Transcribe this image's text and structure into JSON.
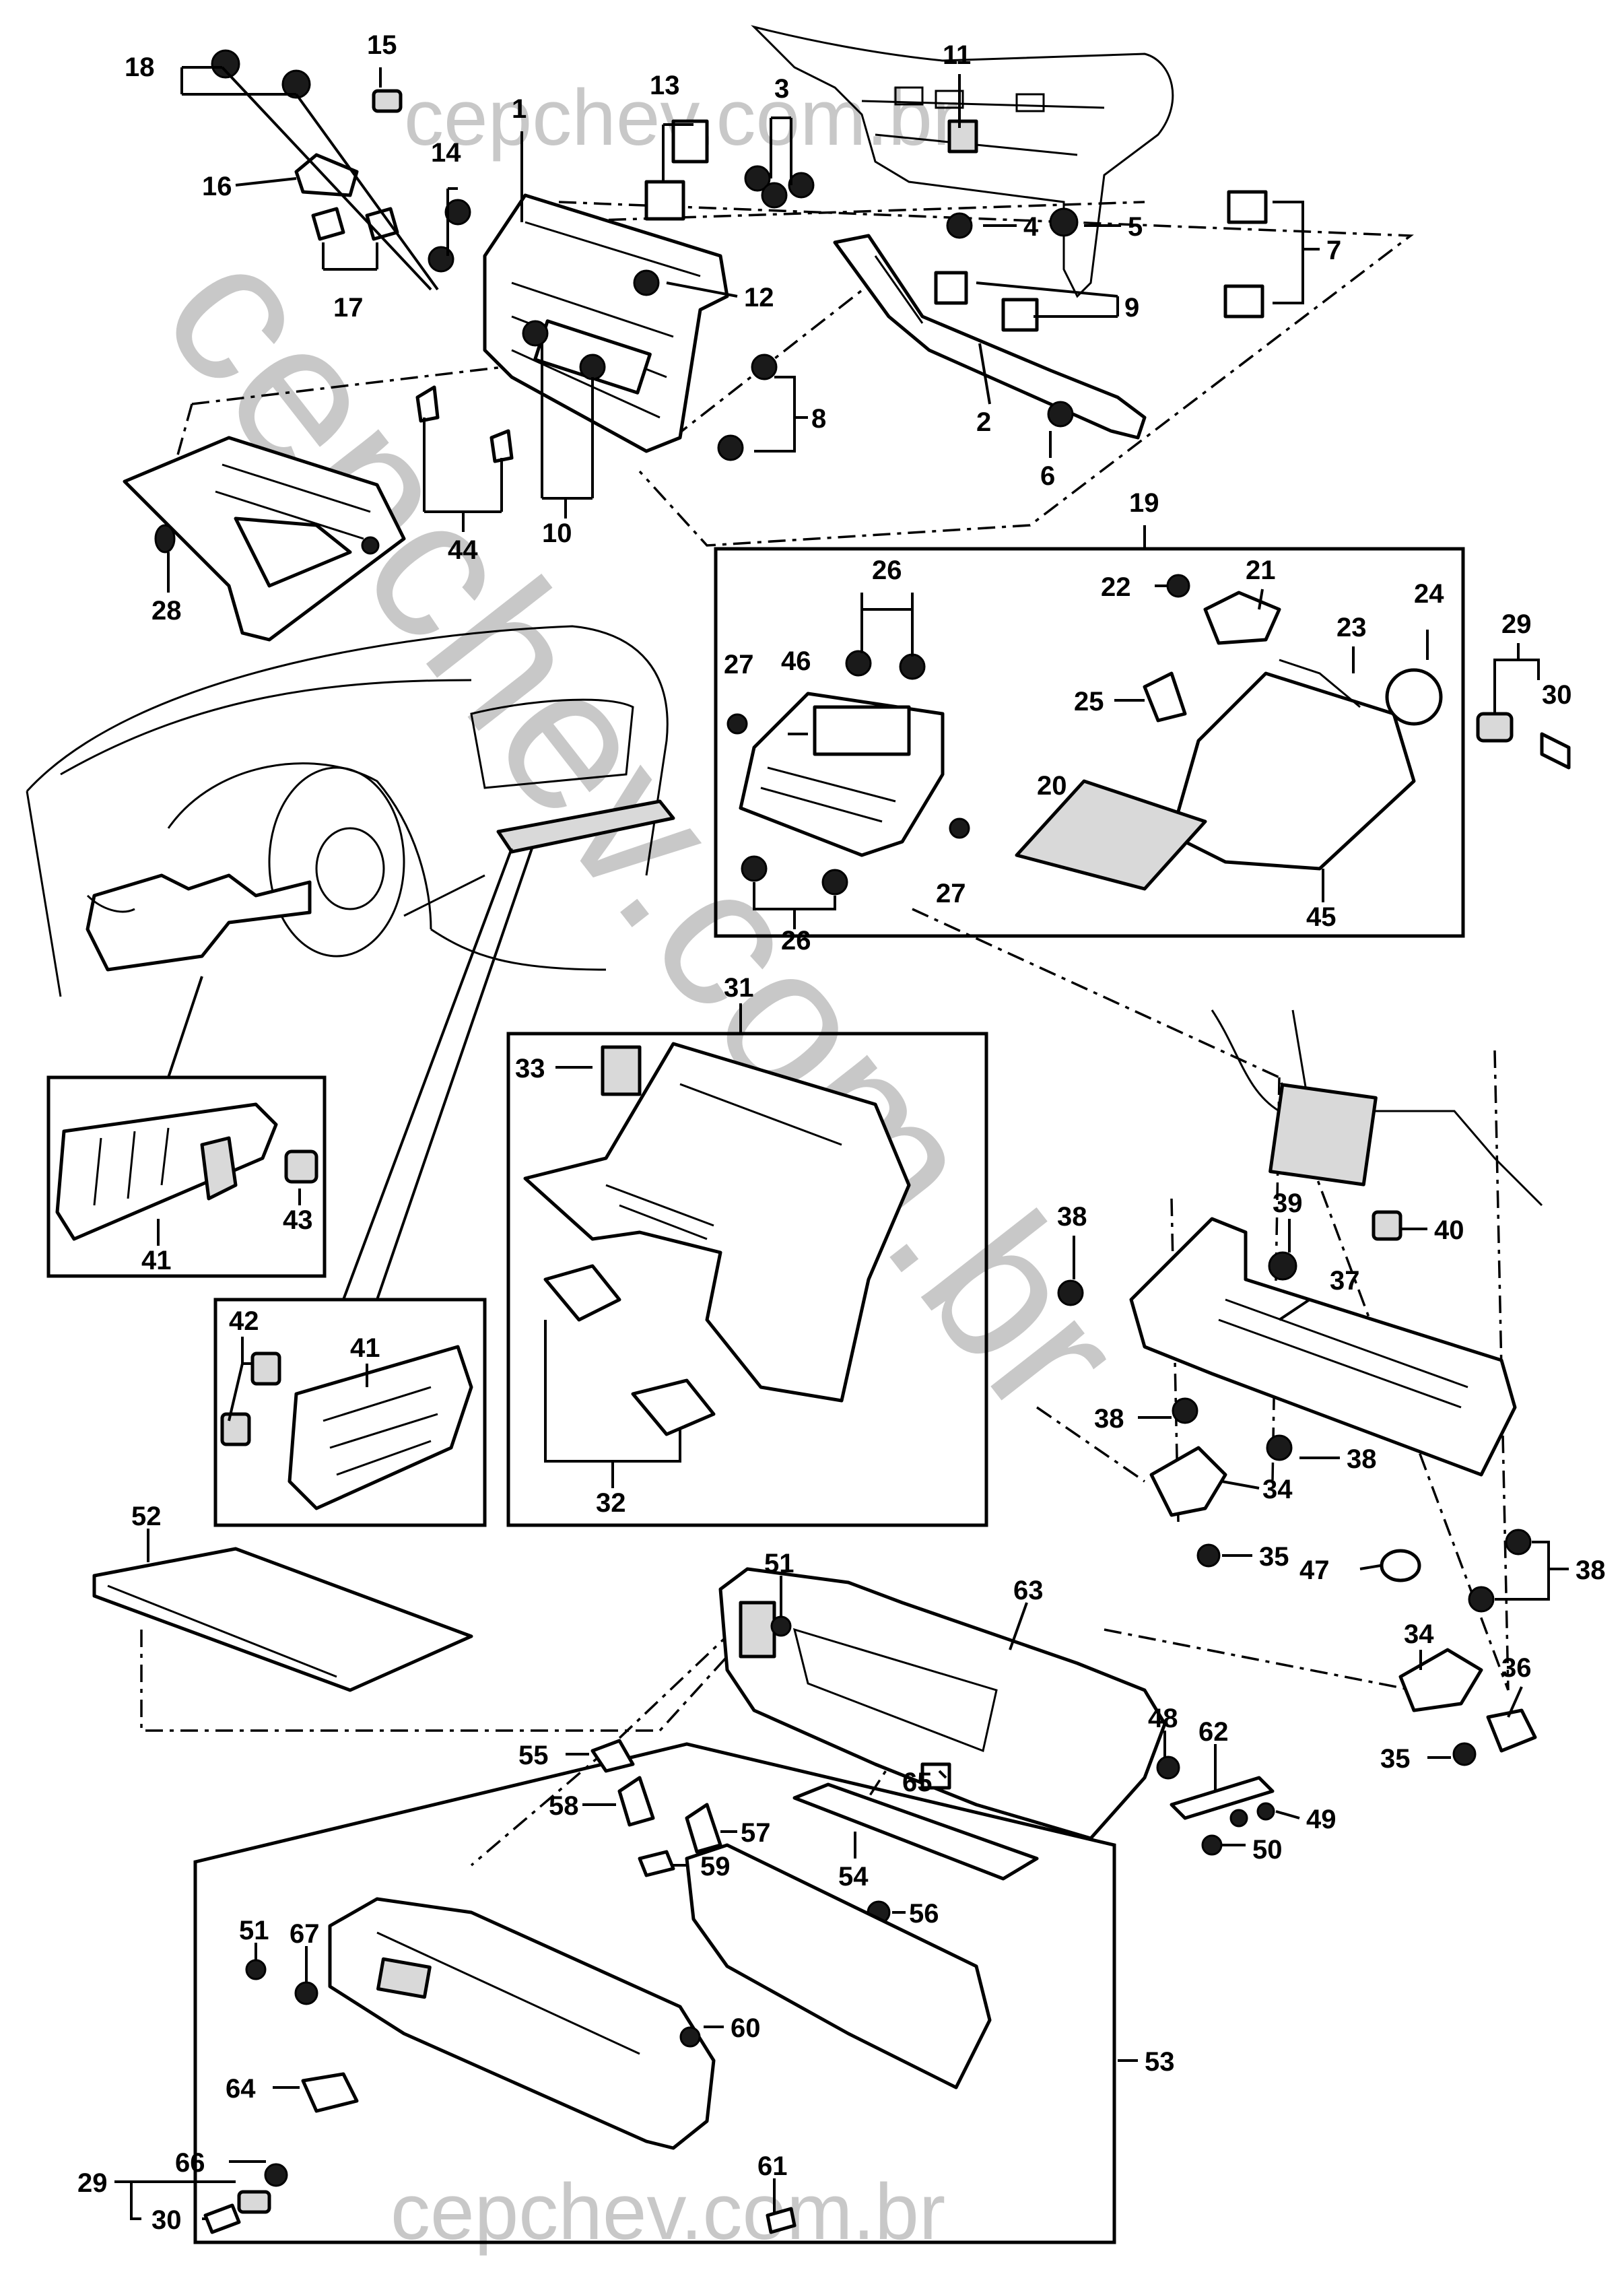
{
  "watermarks": {
    "top": "cepchev.com.br",
    "diagonal": "cepchev.com.br",
    "bottom": "cepchev.com.br"
  },
  "callouts": [
    "1",
    "2",
    "3",
    "4",
    "5",
    "6",
    "7",
    "8",
    "9",
    "10",
    "11",
    "12",
    "13",
    "14",
    "15",
    "16",
    "17",
    "18",
    "19",
    "20",
    "21",
    "22",
    "23",
    "24",
    "25",
    "26",
    "27",
    "28",
    "29",
    "30",
    "31",
    "32",
    "33",
    "34",
    "35",
    "36",
    "37",
    "38",
    "39",
    "40",
    "41",
    "42",
    "43",
    "44",
    "45",
    "46",
    "47",
    "48",
    "49",
    "50",
    "51",
    "52",
    "53",
    "54",
    "55",
    "56",
    "57",
    "58",
    "59",
    "60",
    "61",
    "62",
    "63",
    "64",
    "65",
    "66",
    "67"
  ],
  "labels": {
    "l18": "18",
    "l15": "15",
    "l1": "1",
    "l13": "13",
    "l3": "3",
    "l11": "11",
    "l14": "14",
    "l16": "16",
    "l17": "17",
    "l4": "4",
    "l5": "5",
    "l7": "7",
    "l12": "12",
    "l9": "9",
    "l8": "8",
    "l2": "2",
    "l6": "6",
    "l10": "10",
    "l44": "44",
    "l28": "28",
    "l19": "19",
    "l26a": "26",
    "l26b": "26",
    "l46": "46",
    "l27a": "27",
    "l27b": "27",
    "l22": "22",
    "l21": "21",
    "l23": "23",
    "l24": "24",
    "l25": "25",
    "l20": "20",
    "l45": "45",
    "l29a": "29",
    "l30a": "30",
    "l31": "31",
    "l33": "33",
    "l32": "32",
    "l41a": "41",
    "l43": "43",
    "l42": "42",
    "l41b": "41",
    "l38a": "38",
    "l39": "39",
    "l40": "40",
    "l37": "37",
    "l38b": "38",
    "l38c": "38",
    "l34a": "34",
    "l35a": "35",
    "l47": "47",
    "l38d": "38",
    "l34b": "34",
    "l36": "36",
    "l35b": "35",
    "l52": "52",
    "l51a": "51",
    "l63": "63",
    "l48": "48",
    "l62": "62",
    "l49": "49",
    "l50": "50",
    "l55": "55",
    "l58": "58",
    "l57": "57",
    "l59": "59",
    "l65": "65",
    "l54": "54",
    "l56": "56",
    "l53": "53",
    "l51b": "51",
    "l67": "67",
    "l60": "60",
    "l64": "64",
    "l66": "66",
    "l61": "61",
    "l29b": "29",
    "l30b": "30"
  }
}
